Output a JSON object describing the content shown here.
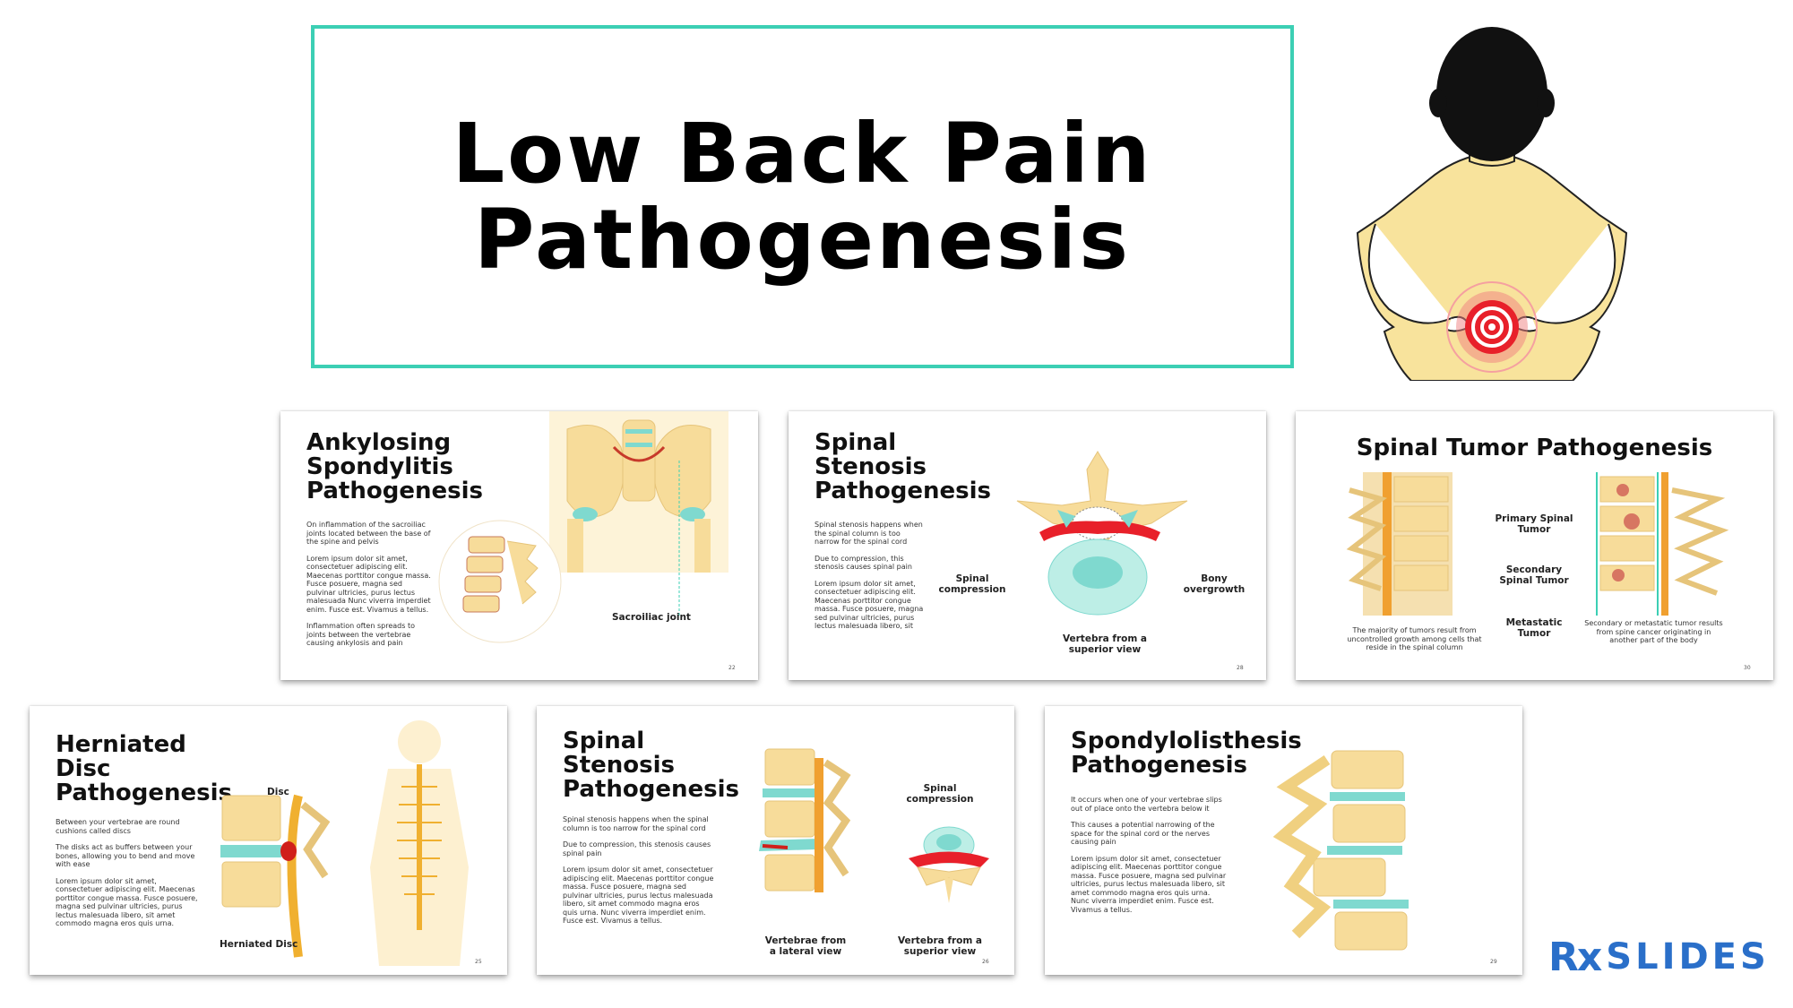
{
  "title": {
    "line1": "Low Back Pain",
    "line2": "Pathogenesis"
  },
  "colors": {
    "accent": "#3ccfb4",
    "bone": "#f7dc9a",
    "disc": "#7fd9cf",
    "pain": "#e8202a",
    "brand": "#2a6fc9"
  },
  "slides": {
    "ankylosing": {
      "title": [
        "Ankylosing",
        "Spondylitis",
        "Pathogenesis"
      ],
      "p1": "On inflammation of the sacroiliac joints located between the base of the spine and pelvis",
      "p2": "Lorem ipsum dolor sit amet, consectetuer adipiscing elit. Maecenas porttitor congue massa. Fusce posuere, magna sed pulvinar ultricies, purus lectus malesuada Nunc viverra imperdiet enim. Fusce est. Vivamus a tellus.",
      "p3": "Inflammation often spreads to joints between the vertebrae causing ankylosis and pain",
      "label": "Sacroiliac joint",
      "page": "22"
    },
    "stenosis_top": {
      "title": [
        "Spinal",
        "Stenosis",
        "Pathogenesis"
      ],
      "p1": "Spinal stenosis happens when the spinal column is too narrow for the spinal cord",
      "p2": "Due to compression, this stenosis causes spinal pain",
      "p3": "Lorem ipsum dolor sit amet, consectetuer adipiscing elit. Maecenas porttitor congue massa. Fusce posuere, magna sed pulvinar ultricies, purus lectus malesuada libero, sit",
      "label_compression": "Spinal compression",
      "label_bony": "Bony overgrowth",
      "label_view": "Vertebra from a superior view",
      "page": "28"
    },
    "tumor": {
      "title": "Spinal Tumor Pathogenesis",
      "label_primary": "Primary Spinal Tumor",
      "label_secondary": "Secondary Spinal Tumor",
      "label_metastatic": "Metastatic Tumor",
      "caption_left": "The majority of tumors result from uncontrolled growth among cells that reside in the spinal column",
      "caption_right": "Secondary or metastatic tumor results from spine cancer originating in another part of the body",
      "page": "30"
    },
    "herniated": {
      "title": [
        "Herniated",
        "Disc",
        "Pathogenesis"
      ],
      "p1": "Between your vertebrae are round cushions called discs",
      "p2": "The disks act as buffers between your bones, allowing you to bend and move with ease",
      "p3": "Lorem ipsum dolor sit amet, consectetuer adipiscing elit. Maecenas porttitor congue massa. Fusce posuere, magna sed pulvinar ultricies, purus lectus malesuada libero, sit amet commodo magna eros quis urna.",
      "label_disc": "Disc",
      "label_herniated": "Herniated Disc",
      "page": "25"
    },
    "stenosis_bottom": {
      "title": [
        "Spinal",
        "Stenosis",
        "Pathogenesis"
      ],
      "p1": "Spinal stenosis happens when the spinal column is too narrow for the spinal cord",
      "p2": "Due to compression, this stenosis causes spinal pain",
      "p3": "Lorem ipsum dolor sit amet, consectetuer adipiscing elit. Maecenas porttitor congue massa. Fusce posuere, magna sed pulvinar ultricies, purus lectus malesuada libero, sit amet commodo magna eros quis urna. Nunc viverra imperdiet enim. Fusce est. Vivamus a tellus.",
      "label_compression": "Spinal compression",
      "label_lateral": "Vertebrae from a lateral view",
      "label_superior": "Vertebra from a superior view",
      "page": "26"
    },
    "spondylolisthesis": {
      "title": [
        "Spondylolisthesis",
        "Pathogenesis"
      ],
      "p1": "It occurs when one of your vertebrae slips out of place onto the vertebra below it",
      "p2": "This causes a potential narrowing of the space for the spinal cord or the nerves causing pain",
      "p3": "Lorem ipsum dolor sit amet, consectetuer adipiscing elit. Maecenas porttitor congue massa. Fusce posuere, magna sed pulvinar ultricies, purus lectus malesuada libero, sit amet commodo magna eros quis urna. Nunc viverra imperdiet enim. Fusce est. Vivamus a tellus.",
      "page": "29"
    }
  },
  "logo": {
    "rx": "Rx",
    "slides": "SLIDES"
  }
}
